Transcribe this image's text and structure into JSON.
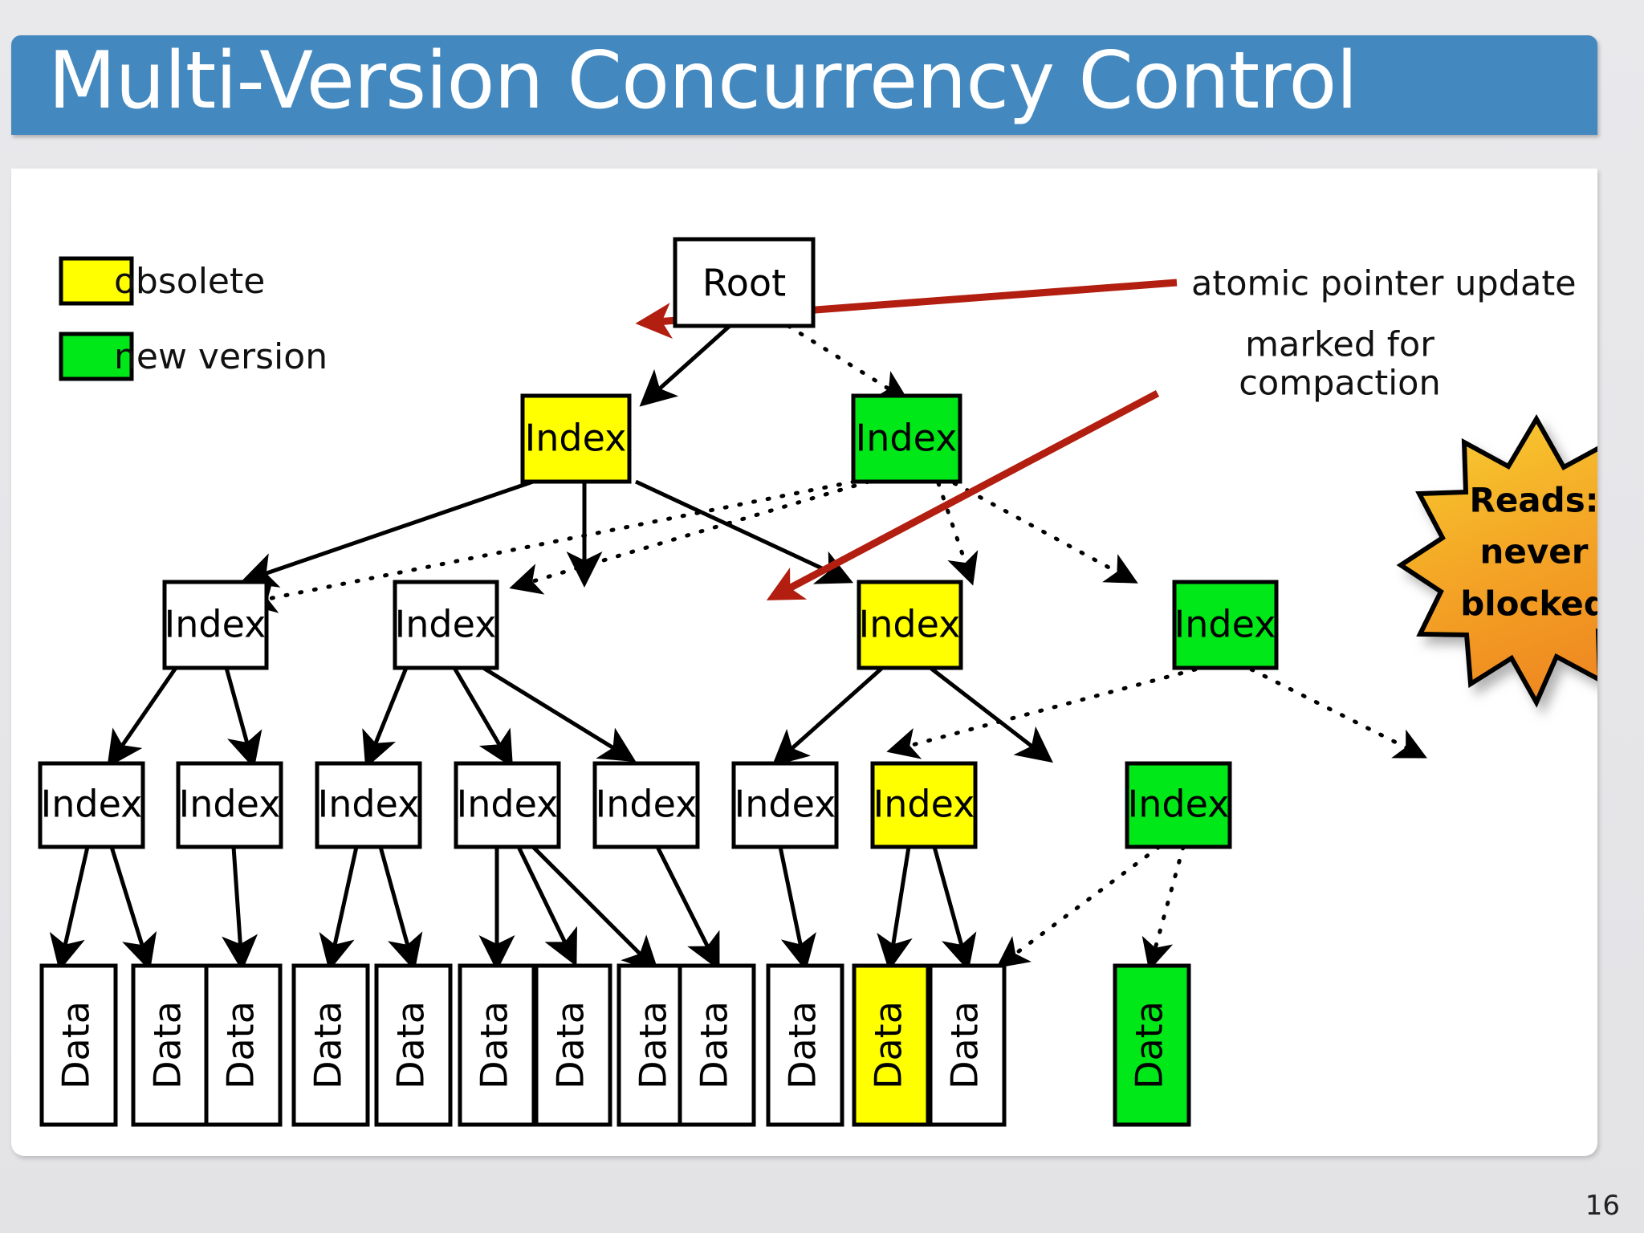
{
  "slide": {
    "title": "Multi-Version Concurrency Control",
    "page_number": "16",
    "accent_color": "#4389c0",
    "obsolete_color": "#ffff00",
    "new_version_color": "#00e817",
    "annotation_color": "#b21e0f"
  },
  "legend": {
    "items": [
      {
        "label": "obsolete",
        "color": "#ffff00"
      },
      {
        "label": "new version",
        "color": "#00e817"
      }
    ]
  },
  "annotations": [
    {
      "id": "atomic",
      "text": "atomic pointer update"
    },
    {
      "id": "marked1",
      "text": "marked for"
    },
    {
      "id": "marked2",
      "text": "compaction"
    }
  ],
  "callout": {
    "lines": [
      "Reads:",
      "never",
      "blocked"
    ],
    "fill_start": "#f6c429",
    "fill_end": "#f08c22"
  },
  "tree": {
    "root": {
      "label": "Root",
      "state": "white"
    },
    "level1": [
      {
        "label": "Index",
        "state": "obsolete"
      },
      {
        "label": "Index",
        "state": "new"
      }
    ],
    "level2": [
      {
        "label": "Index",
        "state": "white"
      },
      {
        "label": "Index",
        "state": "white"
      },
      {
        "label": "Index",
        "state": "obsolete"
      },
      {
        "label": "Index",
        "state": "new"
      }
    ],
    "level3": [
      {
        "label": "Index",
        "state": "white"
      },
      {
        "label": "Index",
        "state": "white"
      },
      {
        "label": "Index",
        "state": "white"
      },
      {
        "label": "Index",
        "state": "white"
      },
      {
        "label": "Index",
        "state": "white"
      },
      {
        "label": "Index",
        "state": "white"
      },
      {
        "label": "Index",
        "state": "obsolete"
      },
      {
        "label": "Index",
        "state": "new"
      }
    ],
    "leaves": [
      {
        "label": "Data",
        "state": "white"
      },
      {
        "label": "Data",
        "state": "white"
      },
      {
        "label": "Data",
        "state": "white"
      },
      {
        "label": "Data",
        "state": "white"
      },
      {
        "label": "Data",
        "state": "white"
      },
      {
        "label": "Data",
        "state": "white"
      },
      {
        "label": "Data",
        "state": "white"
      },
      {
        "label": "Data",
        "state": "white"
      },
      {
        "label": "Data",
        "state": "white"
      },
      {
        "label": "Data",
        "state": "white"
      },
      {
        "label": "Data",
        "state": "obsolete"
      },
      {
        "label": "Data",
        "state": "white"
      },
      {
        "label": "Data",
        "state": "new"
      }
    ]
  }
}
